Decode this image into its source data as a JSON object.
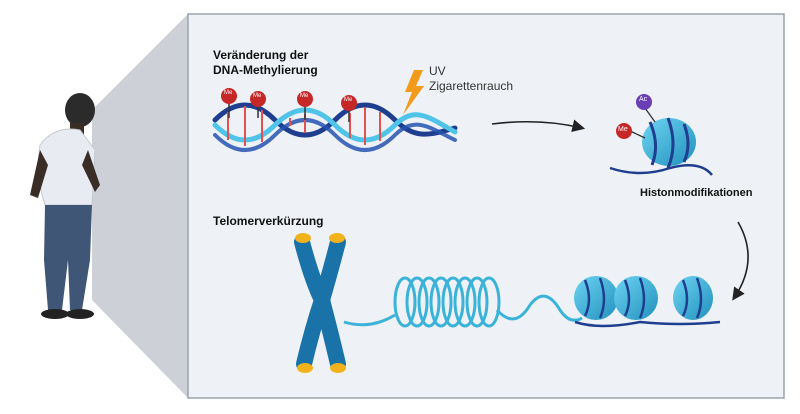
{
  "labels": {
    "dna_methylation_line1": "Veränderung der",
    "dna_methylation_line2": "DNA-Methylierung",
    "uv": "UV",
    "smoke": "Zigarettenrauch",
    "histone": "Histonmodifikationen",
    "telomere": "Telomerverkürzung"
  },
  "markers": {
    "methyl_tag": "Me",
    "histone_methyl": "Me",
    "histone_acetyl": "Ac"
  },
  "colors": {
    "panel_bg": "#eef2f7",
    "panel_border": "#9aa3ae",
    "cone": "#c7ccd3",
    "dna_dark": "#1f3e8f",
    "dna_light": "#4fc3e8",
    "methyl_red": "#c62828",
    "acetyl_purple": "#6a3fb5",
    "lightning": "#f29a1a",
    "nucleosome": "#3bb3d9",
    "chromosome": "#1a73a8",
    "telomere_cap": "#f2b21b"
  },
  "icons": [
    "person-icon",
    "lightning-icon",
    "arrow-icon",
    "chromosome-icon",
    "nucleosome-icon"
  ]
}
